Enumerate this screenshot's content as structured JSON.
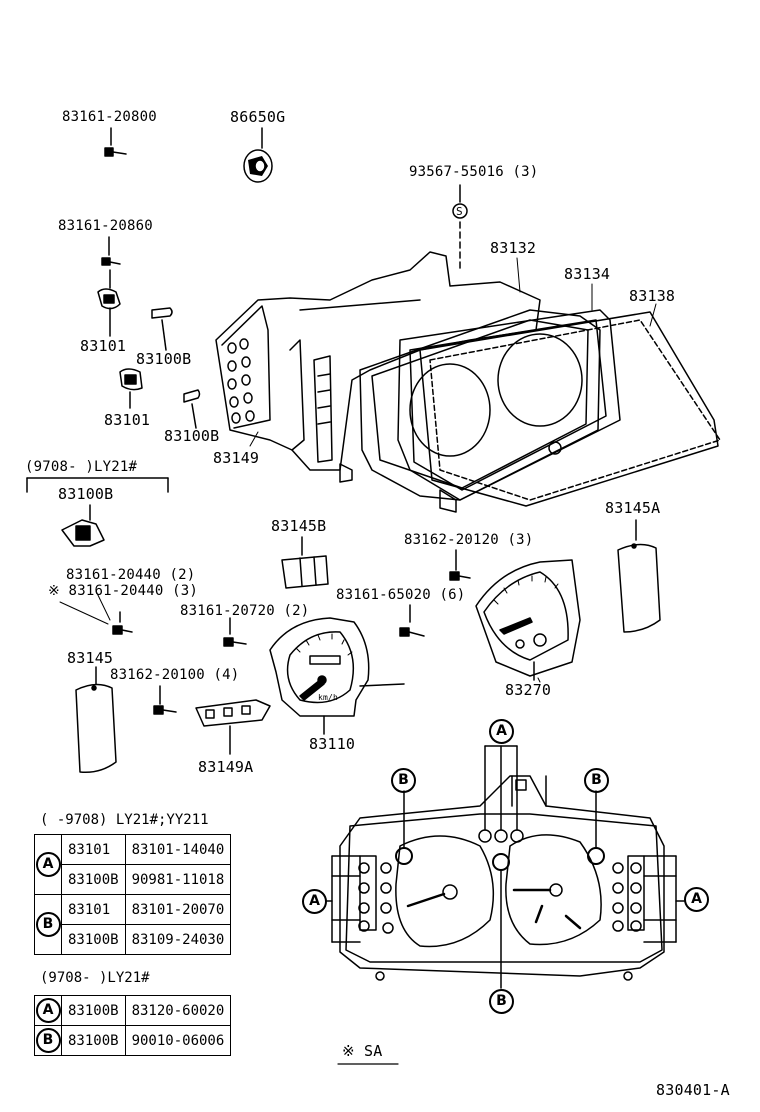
{
  "parts": {
    "p83161_20800": "83161-20800",
    "p86650g": "86650G",
    "p93567": "93567-55016 (3)",
    "p83161_20860": "83161-20860",
    "p83132": "83132",
    "p83134": "83134",
    "p83138": "83138",
    "p83101_a": "83101",
    "p83100b_a": "83100B",
    "p83101_b": "83101",
    "p83100b_b": "83100B",
    "p83149": "83149",
    "period_ly21": "(9708-      )LY21#",
    "p83100b_c": "83100B",
    "p83145b": "83145B",
    "p83145a": "83145A",
    "p83162_20120": "83162-20120 (3)",
    "p83161_20440_2": "83161-20440 (2)",
    "p83161_20440_3": "※ 83161-20440 (3)",
    "p83161_20720": "83161-20720 (2)",
    "p83161_65020": "83161-65020 (6)",
    "p83145": "83145",
    "p83162_20100": "83162-20100 (4)",
    "p83270": "83270",
    "p83110": "83110",
    "p83149a": "83149A",
    "kmh": "km/h"
  },
  "callouts": {
    "a": "A",
    "b": "B"
  },
  "table1": {
    "header": "(     -9708) LY21#;YY211",
    "rows": [
      {
        "mark": "A",
        "part": "83101",
        "number": "83101-14040"
      },
      {
        "mark": "",
        "part": "83100B",
        "number": "90981-11018"
      },
      {
        "mark": "B",
        "part": "83101",
        "number": "83101-20070"
      },
      {
        "mark": "",
        "part": "83100B",
        "number": "83109-24030"
      }
    ]
  },
  "table2": {
    "header": "(9708-      )LY21#",
    "rows": [
      {
        "mark": "A",
        "part": "83100B",
        "number": "83120-60020"
      },
      {
        "mark": "B",
        "part": "83100B",
        "number": "90010-06006"
      }
    ]
  },
  "note": "※  SA",
  "figure_id": "830401-A"
}
